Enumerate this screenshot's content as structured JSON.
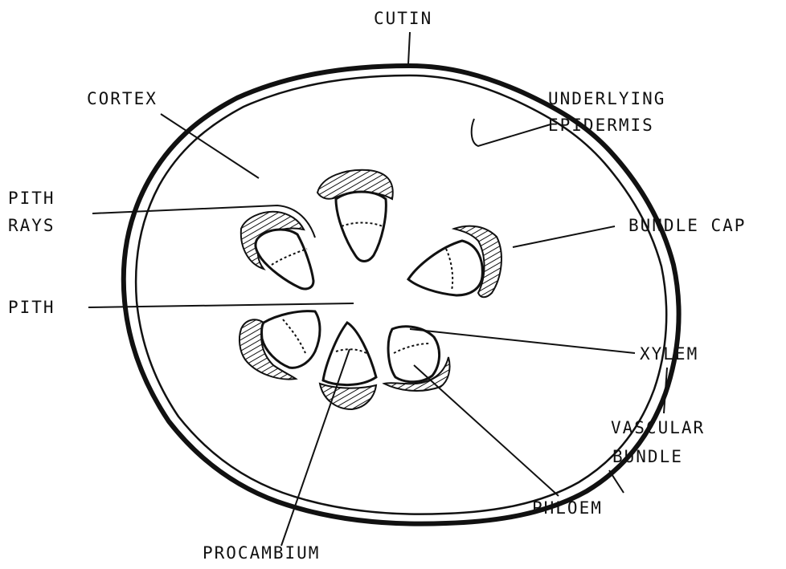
{
  "labels": {
    "cutin": "CUTIN",
    "cortex": "CORTEX",
    "underlying_line1": "UNDERLYING",
    "underlying_line2": "EPIDERMIS",
    "pith_rays_line1": "PITH",
    "pith_rays_line2": "RAYS",
    "bundle_cap": "BUNDLE CAP",
    "pith": "PITH",
    "xylem": "XYLEM",
    "vascular_line1": "VASCULAR",
    "vascular_line2": "BUNDLE",
    "phloem": "PHLOEM",
    "procambium": "PROCAMBIUM"
  },
  "colors": {
    "ink": "#111111",
    "paper": "#ffffff"
  }
}
